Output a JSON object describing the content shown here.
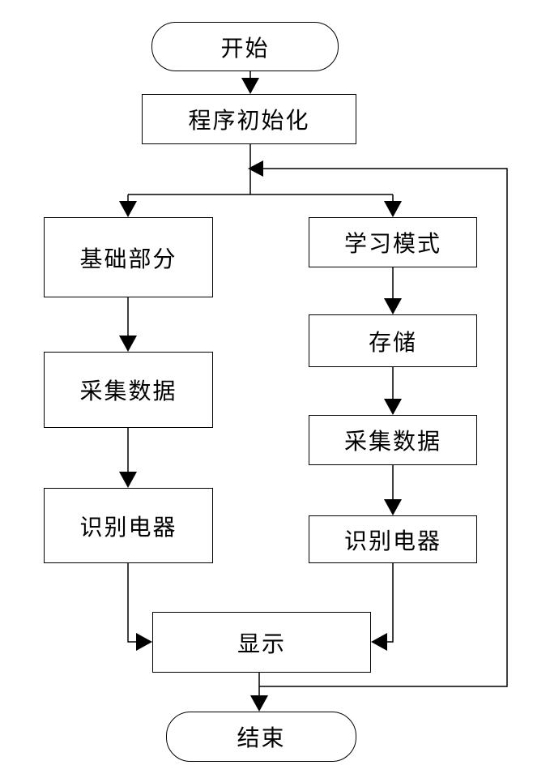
{
  "flowchart": {
    "start": "开始",
    "init": "程序初始化",
    "basic": {
      "title": "基础部分",
      "collect": "采集数据",
      "identify": "识别电器"
    },
    "learn": {
      "title": "学习模式",
      "store": "存储",
      "collect": "采集数据",
      "identify": "识别电器"
    },
    "display": "显示",
    "end": "结束"
  }
}
